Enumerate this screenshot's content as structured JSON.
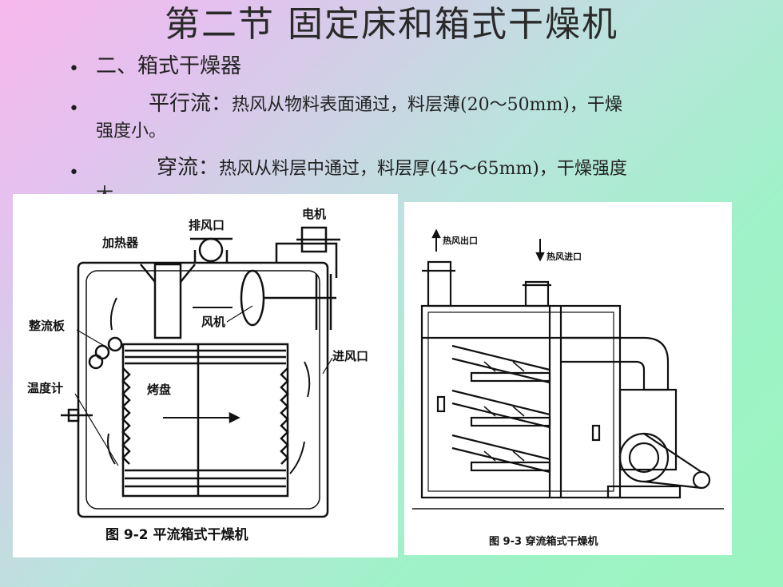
{
  "title": "第二节  固定床和箱式干燥机",
  "bullets": [
    {
      "marker": "•",
      "text": "二、箱式干燥器"
    },
    {
      "marker": "•",
      "head": "平行流：",
      "text": "热风从物料表面通过，料层薄(20～50mm)，干燥",
      "cont": "强度小。"
    },
    {
      "marker": "•",
      "head": "穿流：",
      "text": "热风从料层中通过，料层厚(45～65mm)，干燥强度",
      "cont": "大。"
    }
  ],
  "figure1": {
    "caption": "图 9-2   平流箱式干燥机",
    "labels": {
      "exhaust": "排风口",
      "motor": "电机",
      "heater": "加热器",
      "fan": "风机",
      "baffle": "整流板",
      "inlet": "进风口",
      "thermometer": "温度计",
      "tray": "烤盘"
    }
  },
  "figure2": {
    "caption": "图 9-3   穿流箱式干燥机",
    "labels": {
      "hot_out": "热风出口",
      "hot_in": "热风进口"
    }
  }
}
